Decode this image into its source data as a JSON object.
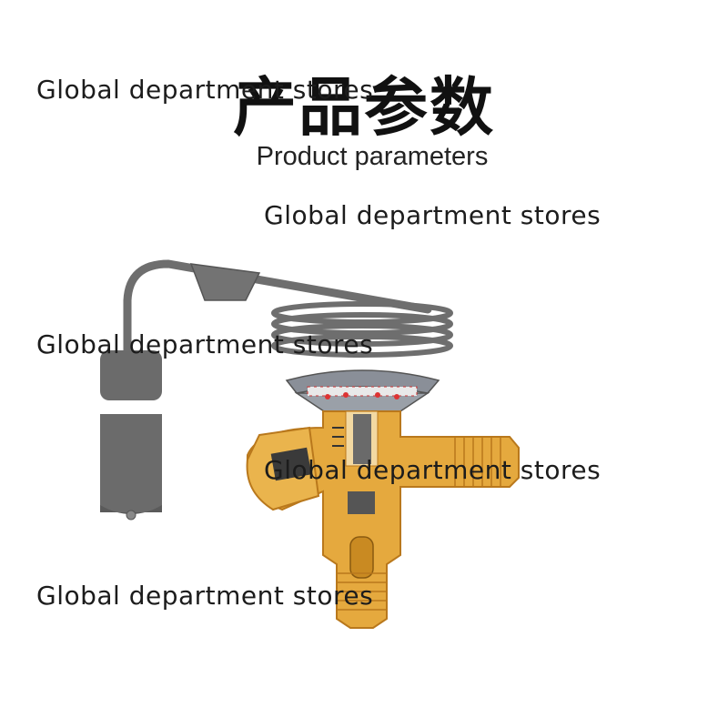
{
  "heading": {
    "title_cn": "产品参数",
    "title_en": "Product parameters"
  },
  "watermarks": [
    "Global department stores",
    "Global department stores",
    "Global department stores",
    "Global department stores",
    "Global department stores"
  ],
  "colors": {
    "capillary": "#6e6e6e",
    "bulb": "#6b6b6b",
    "brass": "#e5a93e",
    "brass_dark": "#b9781c",
    "steel": "#8a8f98"
  }
}
